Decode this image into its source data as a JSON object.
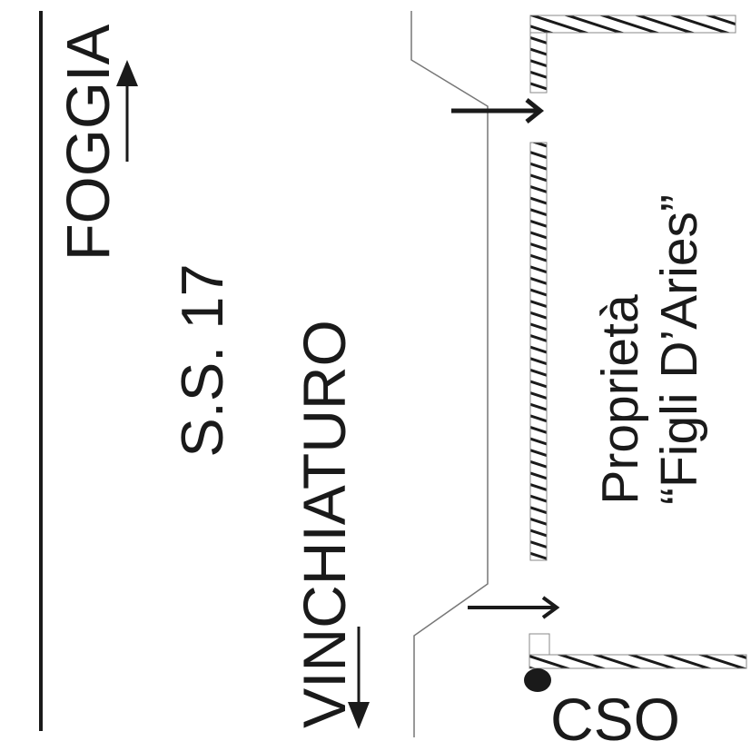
{
  "labels": {
    "foggia": "FOGGIA",
    "road_name": "S.S. 17",
    "vinchiaturo": "VINCHIATURO",
    "property_line1": "Proprietà",
    "property_line2": "“Figli D’Aries”",
    "cso": "CSO"
  },
  "icons": {
    "direction_up": "arrow-up-icon",
    "direction_down": "arrow-down-icon",
    "entrance": "arrow-right-icon",
    "cso_marker": "filled-circle-icon"
  },
  "colors": {
    "ink": "#1a1a1a",
    "thin_line": "#777777"
  }
}
